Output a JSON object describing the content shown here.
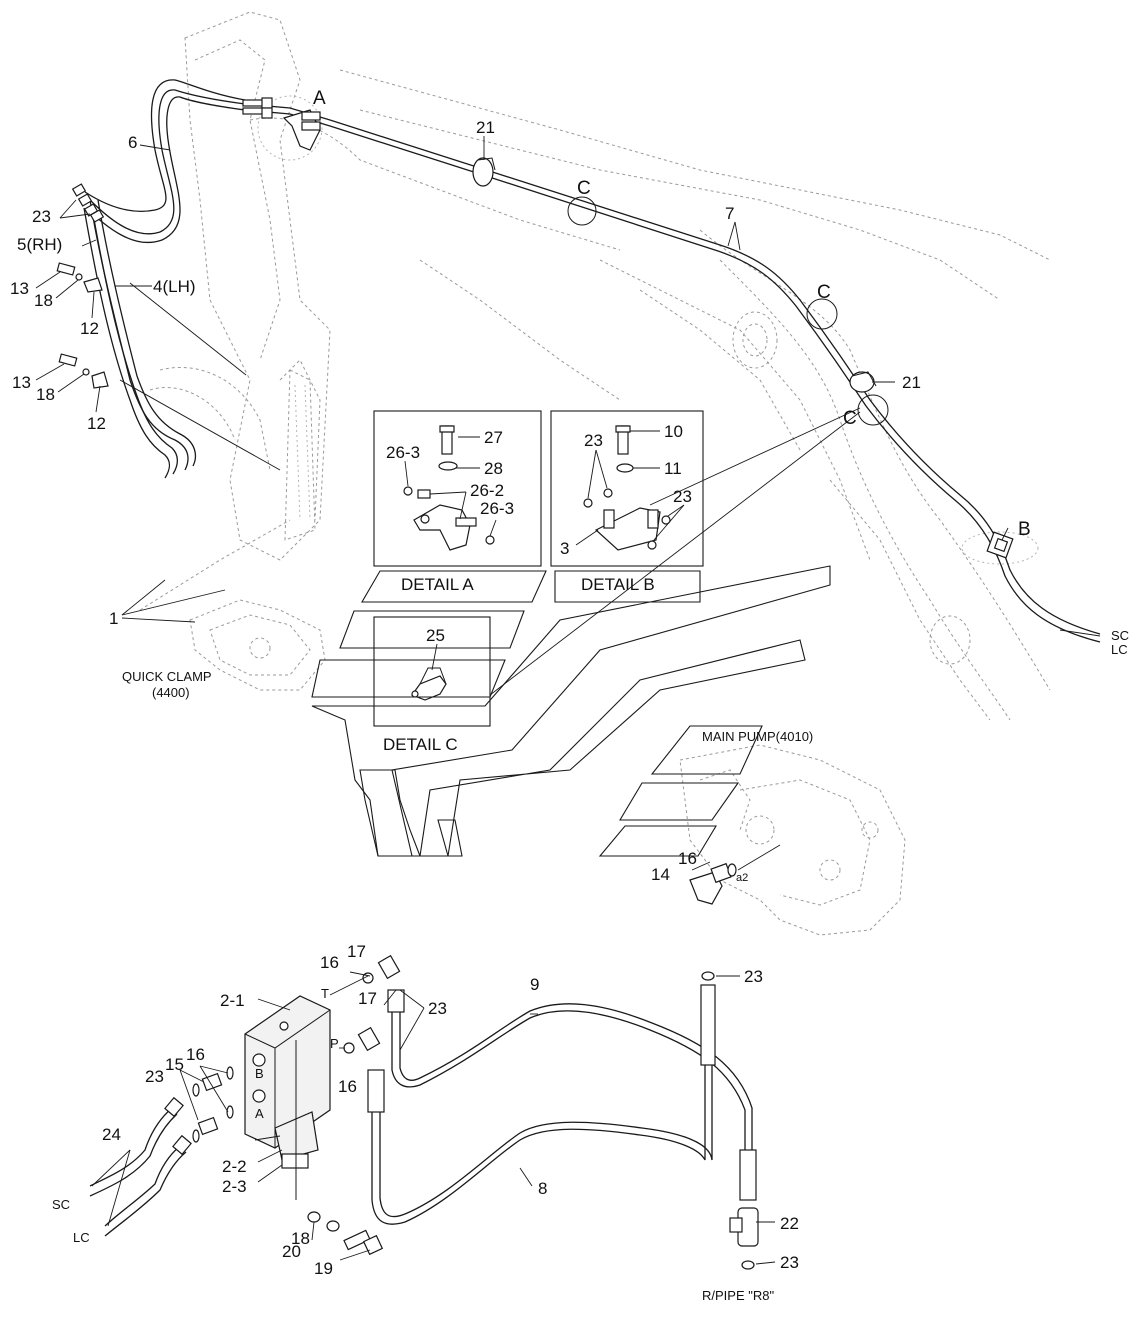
{
  "labels": {
    "A": "A",
    "B": "B",
    "C": "C",
    "n1": "1",
    "n2_1": "2-1",
    "n2_2": "2-2",
    "n2_3": "2-3",
    "n3": "3",
    "n4": "4(LH)",
    "n5": "5(RH)",
    "n6": "6",
    "n7": "7",
    "n8": "8",
    "n9": "9",
    "n10": "10",
    "n11": "11",
    "n12": "12",
    "n13": "13",
    "n14": "14",
    "n15": "15",
    "n16": "16",
    "n17": "17",
    "n18": "18",
    "n19": "19",
    "n20": "20",
    "n21": "21",
    "n22": "22",
    "n23": "23",
    "n24": "24",
    "n25": "25",
    "n26_2": "26-2",
    "n26_3": "26-3",
    "n27": "27",
    "n28": "28",
    "sc": "SC",
    "lc": "LC",
    "port_t": "T",
    "port_p": "P",
    "port_a": "A",
    "port_b": "B",
    "port_a2": "a2"
  },
  "texts": {
    "detail_a": "DETAIL  A",
    "detail_b": "DETAIL  B",
    "detail_c": "DETAIL  C",
    "quick_clamp": "QUICK CLAMP",
    "quick_clamp_code": "(4400)",
    "main_pump": "MAIN PUMP(4010)",
    "r_pipe": "R/PIPE \"R8\""
  }
}
